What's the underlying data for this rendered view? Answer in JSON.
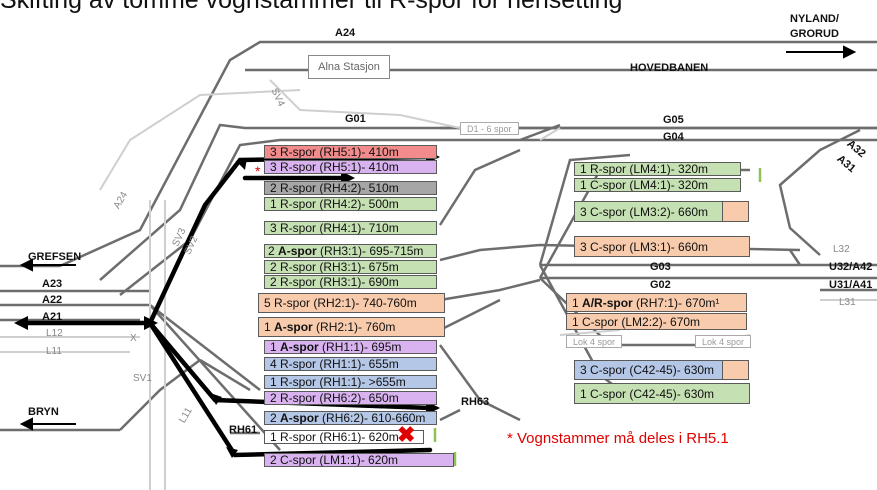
{
  "title": "Skifting av tomme vognstammer til R-spor for hensetting",
  "station": "Alna Stasjon",
  "labels": {
    "a24_top": "A24",
    "nyland_1": "NYLAND/",
    "nyland_2": "GRORUD",
    "hovedbanen": "HOVEDBANEN",
    "g01": "G01",
    "g05": "G05",
    "g04": "G04",
    "a32": "A32",
    "a31": "A31",
    "g03": "G03",
    "g02": "G02",
    "u32": "U32/A42",
    "u31": "U31/A41",
    "l32": "L32",
    "l31": "L31",
    "grefsen": "GREFSEN",
    "a23": "A23",
    "a22": "A22",
    "a21": "A21",
    "l12": "L12",
    "l11": "L11",
    "x": "X",
    "sv1": "SV1",
    "sv2": "SV2",
    "sv3": "SV3",
    "sv4": "SV4",
    "bryn": "BRYN",
    "rh61": "RH61",
    "rh63": "RH63"
  },
  "tags": {
    "d1": "D1 - 6 spor",
    "lok4": "Lok 4 spor"
  },
  "tracks": [
    "3 R-spor (RH5:1)- 410m",
    "3 R-spor (RH5:1)- 410m",
    "2 R-spor (RH4:2)- 510m",
    "1 R-spor (RH4:2)- 500m",
    "3 R-spor (RH4:1)- 710m",
    "2 R-spor (RH3:1)- 675m",
    "2 R-spor (RH3:1)- 690m",
    "5 R-spor (RH2:1)- 740-760m",
    "4 R-spor (RH1:1)- 655m",
    "1 R-spor (RH1:1)- >655m",
    "2 R-spor (RH6:2)- 650m",
    "1 R-spor (RH6:1)- 620m",
    "2 C-spor (LM1:1)- 620m",
    "1 R-spor (LM4:1)- 320m",
    "1 C-spor (LM4:1)- 320m",
    "3 C-spor (LM3:2)- 660m",
    "3 C-spor (LM3:1)- 660m",
    "1 C-spor (LM2:2)- 670m",
    "3 C-spor (C42-45)- 630m",
    "1 C-spor (C42-45)- 630m"
  ],
  "rh31a": {
    "count": "2",
    "type": "A-spor",
    "detail": "(RH3:1)- 695-715m"
  },
  "rh21b": {
    "count": "1",
    "type": "A-spor",
    "detail": "(RH2:1)- 760m"
  },
  "rh11a": {
    "count": "1",
    "type": "A-spor",
    "detail": "(RH1:1)- 695m"
  },
  "rh62b": {
    "count": "2",
    "type": "A-spor",
    "detail": "(RH6:2)- 610-660m"
  },
  "rh71": {
    "count": "1",
    "type": "A/R-spor",
    "detail": "(RH7:1)- 670m¹"
  },
  "marks": {
    "asterisk": "*",
    "x": "✖"
  },
  "note": "* Vognstammer må deles i RH5.1"
}
